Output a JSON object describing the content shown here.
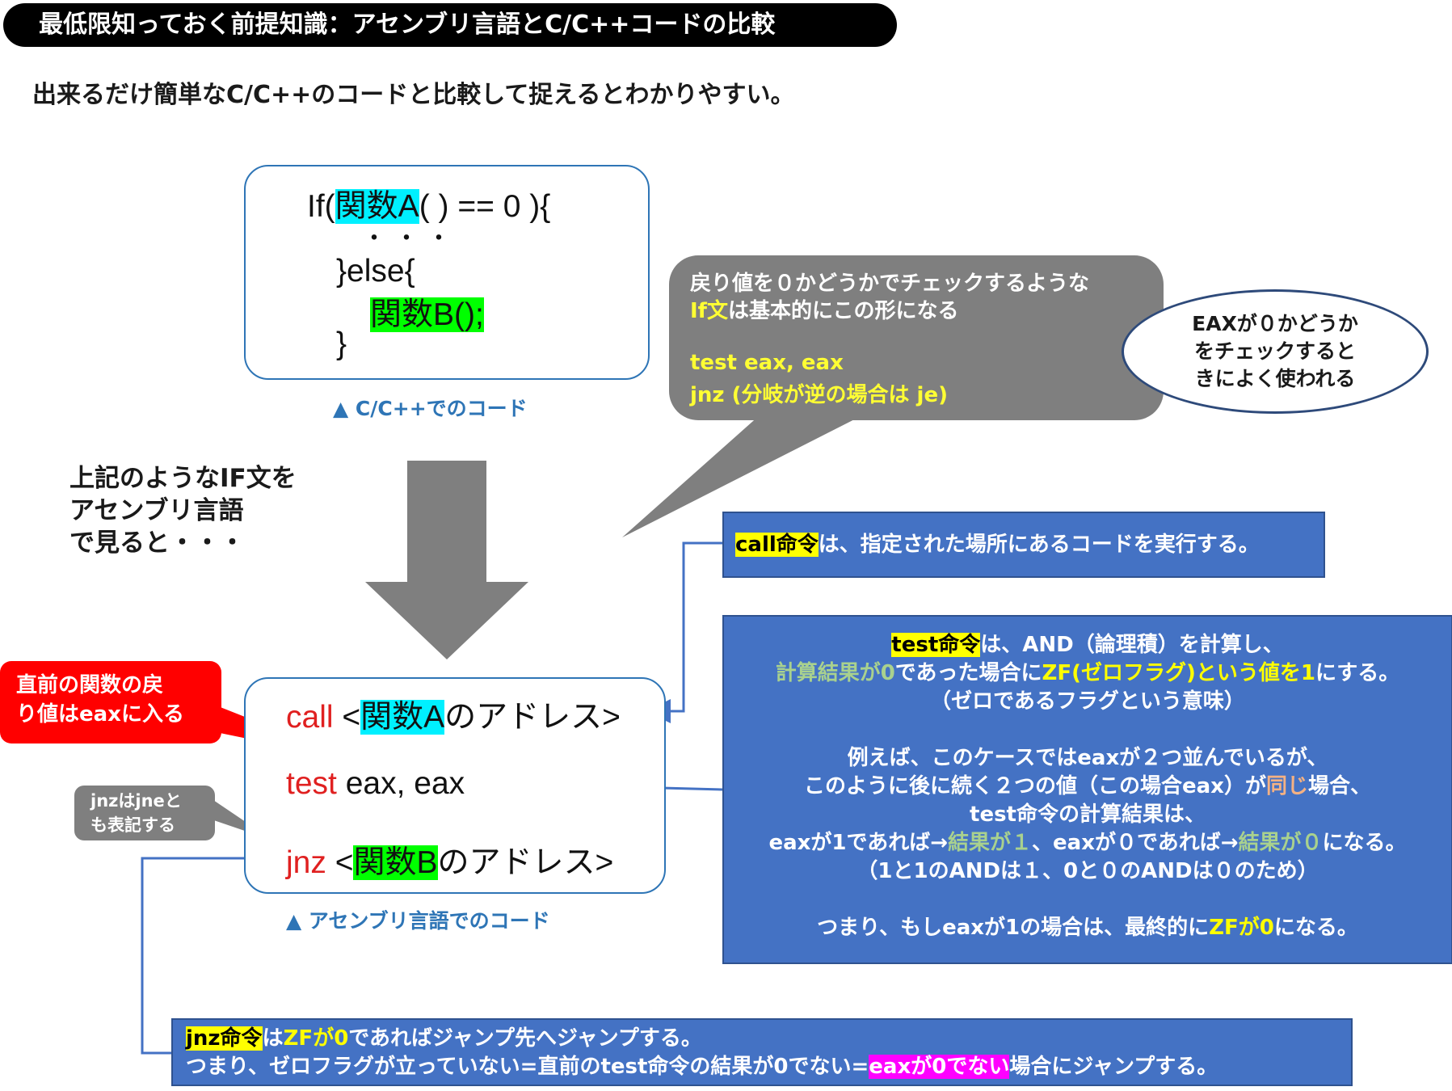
{
  "title": "最低限知っておく前提知識：アセンブリ言語とC/C++コードの比較",
  "subtitle": "出来るだけ簡単なC/C++のコードと比較して捉えるとわかりやすい。",
  "c_code": {
    "line1_pre": "If(",
    "line1_func": "関数A",
    "line1_post": "( ) == 0 ){",
    "line2": "・・・",
    "line3": "}else{",
    "line4": "関数B();",
    "line5": "}",
    "caption": "▲ C/C++でのコード"
  },
  "intro": {
    "line1": "上記のようなIF文を",
    "line2": "アセンブリ言語",
    "line3": "で見ると・・・"
  },
  "gray_callout": {
    "line1": "戻り値を０かどうかでチェックするような",
    "line2_hl": "If文",
    "line2_rest": "は基本的にこの形になる",
    "line3": "test eax, eax",
    "line4": "jnz (分岐が逆の場合は je)"
  },
  "ellipse": {
    "line1": "EAXが０かどうか",
    "line2": "をチェックすると",
    "line3": "きによく使われる"
  },
  "call_box": {
    "hl": "call命令",
    "rest": "は、指定された場所にあるコードを実行する。"
  },
  "test_box": {
    "l1_hl": "test命令",
    "l1_rest": "は、AND（論理積）を計算し、",
    "l2_a": "計算結果が0",
    "l2_b": "であった場合に",
    "l2_c": "ZF(ゼロフラグ)という値を1",
    "l2_d": "にする。",
    "l3": "（ゼロであるフラグという意味）",
    "l4": "例えば、このケースではeaxが２つ並んでいるが、",
    "l5_a": "このように後に続く２つの値（この場合eax）が",
    "l5_b": "同じ",
    "l5_c": "場合、",
    "l6": "test命令の計算結果は、",
    "l7_a": "eaxが1であれば→",
    "l7_b": "結果が１",
    "l7_c": "、eaxが０であれば→",
    "l7_d": "結果が０",
    "l7_e": "になる。",
    "l8": "（1と1のANDは１、0と０のANDは０のため）",
    "l9_a": "つまり、もしeaxが1の場合は、最終的に",
    "l9_b": "ZFが0",
    "l9_c": "になる。"
  },
  "asm_code": {
    "line1_kw": "call",
    "line1_pre": " <",
    "line1_func": "関数A",
    "line1_post": "のアドレス>",
    "line2_kw": "test",
    "line2_rest": " eax, eax",
    "line3_kw": "jnz",
    "line3_pre": " <",
    "line3_func": "関数B",
    "line3_post": "のアドレス>",
    "caption": "▲ アセンブリ言語でのコード"
  },
  "red_callout": {
    "line1": "直前の関数の戻",
    "line2": "り値はeaxに入る"
  },
  "small_gray": {
    "line1": "jnzはjneと",
    "line2": "も表記する"
  },
  "jnz_box": {
    "l1_hl": "jnz命令",
    "l1_a": "は",
    "l1_b": "ZFが0",
    "l1_c": "であればジャンプ先へジャンプする。",
    "l2_a": "つまり、ゼロフラグが立っていない=直前のtest命令の結果が0でない=",
    "l2_hl": "eaxが0でない",
    "l2_c": "場合にジャンプする。"
  },
  "colors": {
    "code_border": "#2e75b6",
    "blue_box": "#4472c4",
    "gray_callout": "#7f7f7f",
    "red_callout": "#ff0000",
    "highlight_cyan": "#00f0ff",
    "highlight_green": "#00ff00",
    "highlight_yellow": "#ffff00",
    "highlight_magenta": "#ff00ff"
  }
}
